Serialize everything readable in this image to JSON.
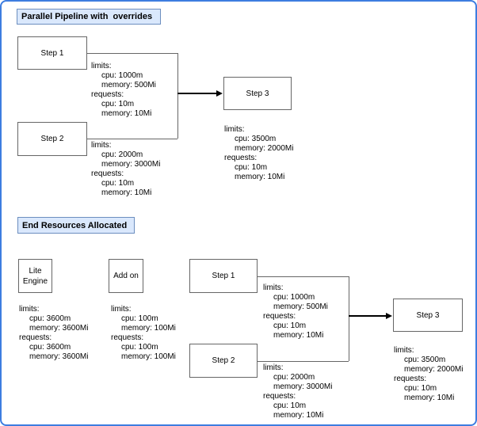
{
  "titles": {
    "top": "Parallel Pipeline with  overrides",
    "bottom": "End Resources Allocated"
  },
  "colors": {
    "frame": "#3d7de0",
    "title_fill": "#dae8fc",
    "title_border": "#6c8ebf",
    "node_border": "#666666",
    "connector": "#666666",
    "arrow": "#000000"
  },
  "top": {
    "nodes": {
      "step1": "Step 1",
      "step2": "Step 2",
      "step3": "Step 3"
    },
    "annotations": {
      "step1": [
        "limits:",
        "cpu: 1000m",
        "memory: 500Mi",
        "requests:",
        "cpu: 10m",
        "memory: 10Mi"
      ],
      "step2": [
        "limits:",
        "cpu: 2000m",
        "memory: 3000Mi",
        "requests:",
        "cpu: 10m",
        "memory: 10Mi"
      ],
      "step3": [
        "limits:",
        "cpu: 3500m",
        "memory: 2000Mi",
        "requests:",
        "cpu: 10m",
        "memory: 10Mi"
      ]
    }
  },
  "bottom": {
    "nodes": {
      "lite_engine": "Lite Engine",
      "add_on": "Add on",
      "step1": "Step 1",
      "step2": "Step 2",
      "step3": "Step 3"
    },
    "annotations": {
      "lite_engine": [
        "limits:",
        "cpu: 3600m",
        "memory: 3600Mi",
        "requests:",
        "cpu: 3600m",
        "memory: 3600Mi"
      ],
      "add_on": [
        "limits:",
        "cpu: 100m",
        "memory: 100Mi",
        "requests:",
        "cpu: 100m",
        "memory: 100Mi"
      ],
      "step1": [
        "limits:",
        "cpu: 1000m",
        "memory: 500Mi",
        "requests:",
        "cpu: 10m",
        "memory: 10Mi"
      ],
      "step2": [
        "limits:",
        "cpu: 2000m",
        "memory: 3000Mi",
        "requests:",
        "cpu: 10m",
        "memory: 10Mi"
      ],
      "step3": [
        "limits:",
        "cpu: 3500m",
        "memory: 2000Mi",
        "requests:",
        "cpu: 10m",
        "memory: 10Mi"
      ]
    }
  }
}
